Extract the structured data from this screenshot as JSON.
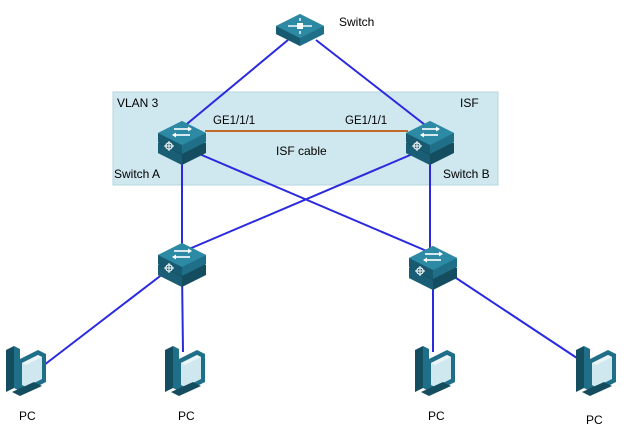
{
  "diagram": {
    "labels": {
      "top_switch": "Switch",
      "vlan": "VLAN 3",
      "isf": "ISF",
      "port_left": "GE1/1/1",
      "port_right": "GE1/1/1",
      "isf_cable": "ISF cable",
      "switch_a": "Switch A",
      "switch_b": "Switch B",
      "pc1": "PC",
      "pc2": "PC",
      "pc3": "PC",
      "pc4": "PC"
    },
    "colors": {
      "link": "#2a2ae0",
      "isf_cable": "#c06a2a",
      "isf_region_fill": "#cfe7ee",
      "isf_region_border": "#b6d6df",
      "device_body": "#1f6f88",
      "device_top": "#2d8aa5",
      "device_dark": "#154d60"
    },
    "icons": {
      "top_switch": "core-switch-icon",
      "switch_a": "stack-switch-icon",
      "switch_b": "stack-switch-icon",
      "access_left": "access-switch-icon",
      "access_right": "access-switch-icon",
      "pc": "desktop-pc-icon"
    }
  }
}
